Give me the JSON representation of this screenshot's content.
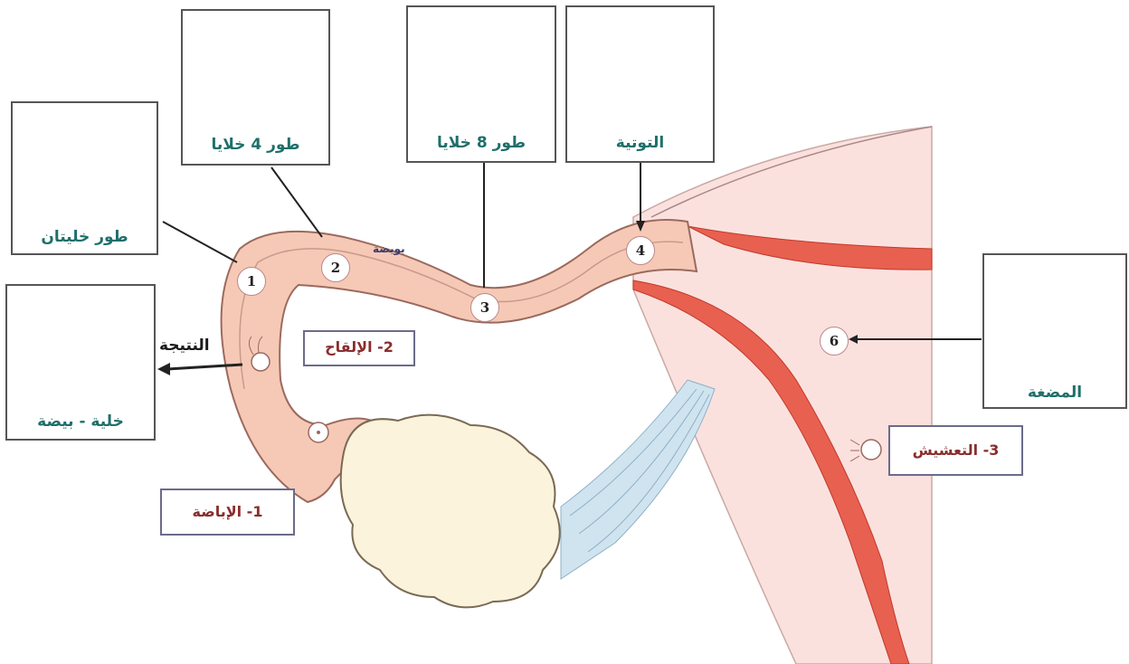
{
  "stages": {
    "two_cells": "طور خليتان",
    "four_cells": "طور 4 خلايا",
    "eight_cells": "طور 8 خلايا",
    "morula": "التوتية",
    "blastocyst": "المضغة",
    "egg_cell": "خلية - بيضة"
  },
  "events": {
    "ovulation": "1- الإباضة",
    "fertilization": "2- الإلقاح",
    "implantation": "3- التعشيش"
  },
  "labels": {
    "result": "النتيجة",
    "oviduct": "بويضة"
  },
  "numbers": {
    "n1": "1",
    "n2": "2",
    "n3": "3",
    "n4": "4",
    "n6": "6"
  },
  "colors": {
    "tube_fill": "#f6c9b6",
    "uterus_bg": "#fbe1de",
    "endometrium": "#e8604f",
    "ovary": "#fbf3dc",
    "ligament": "#cfe4ef",
    "label_text": "#1f6f6a",
    "event_text": "#8a2d2d"
  }
}
